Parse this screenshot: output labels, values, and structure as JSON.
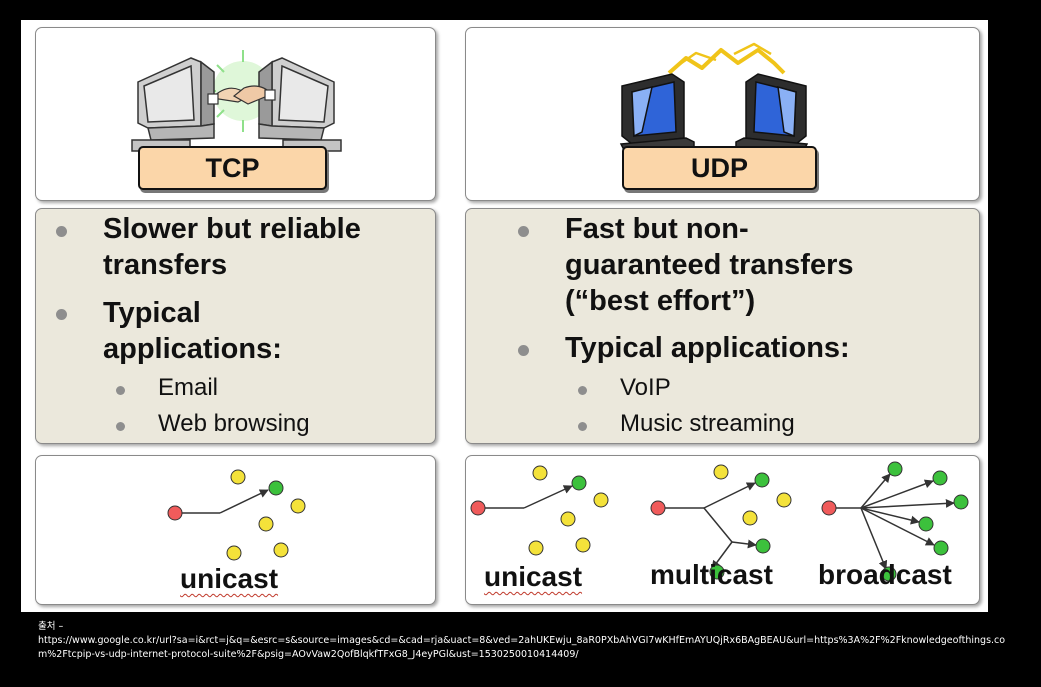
{
  "tcp": {
    "label": "TCP",
    "bullets": [
      {
        "text_lines": [
          "Slower but reliable",
          "transfers"
        ]
      },
      {
        "text_lines": [
          "Typical",
          "applications:"
        ],
        "sub": [
          "Email",
          "Web browsing"
        ]
      }
    ],
    "cast_label": "unicast"
  },
  "udp": {
    "label": "UDP",
    "bullets": [
      {
        "text_lines": [
          "Fast but non-",
          "guaranteed transfers",
          "(“best effort”)"
        ]
      },
      {
        "text_lines": [
          "Typical applications:"
        ],
        "sub": [
          "VoIP",
          "Music streaming"
        ]
      }
    ],
    "cast_labels": [
      "unicast",
      "multicast",
      "broadcast"
    ]
  },
  "colors": {
    "sender_node": "#f05b5b",
    "receiver_node": "#3cc13c",
    "idle_node": "#f4e23a",
    "label_fill": "#fbd6a9",
    "panel_beige": "#ebe8dc",
    "bullet_dot": "#8e8e8e"
  },
  "caption": {
    "source_label": "출처 –",
    "url": "https://www.google.co.kr/url?sa=i&rct=j&q=&esrc=s&source=images&cd=&cad=rja&uact=8&ved=2ahUKEwju_8aR0PXbAhVGI7wKHfEmAYUQjRx6BAgBEAU&url=https%3A%2F%2Fknowledgeofthings.com%2Ftcpip-vs-udp-internet-protocol-suite%2F&psig=AOvVaw2QofBlqkfTFxG8_J4eyPGl&ust=1530250010414409/"
  }
}
